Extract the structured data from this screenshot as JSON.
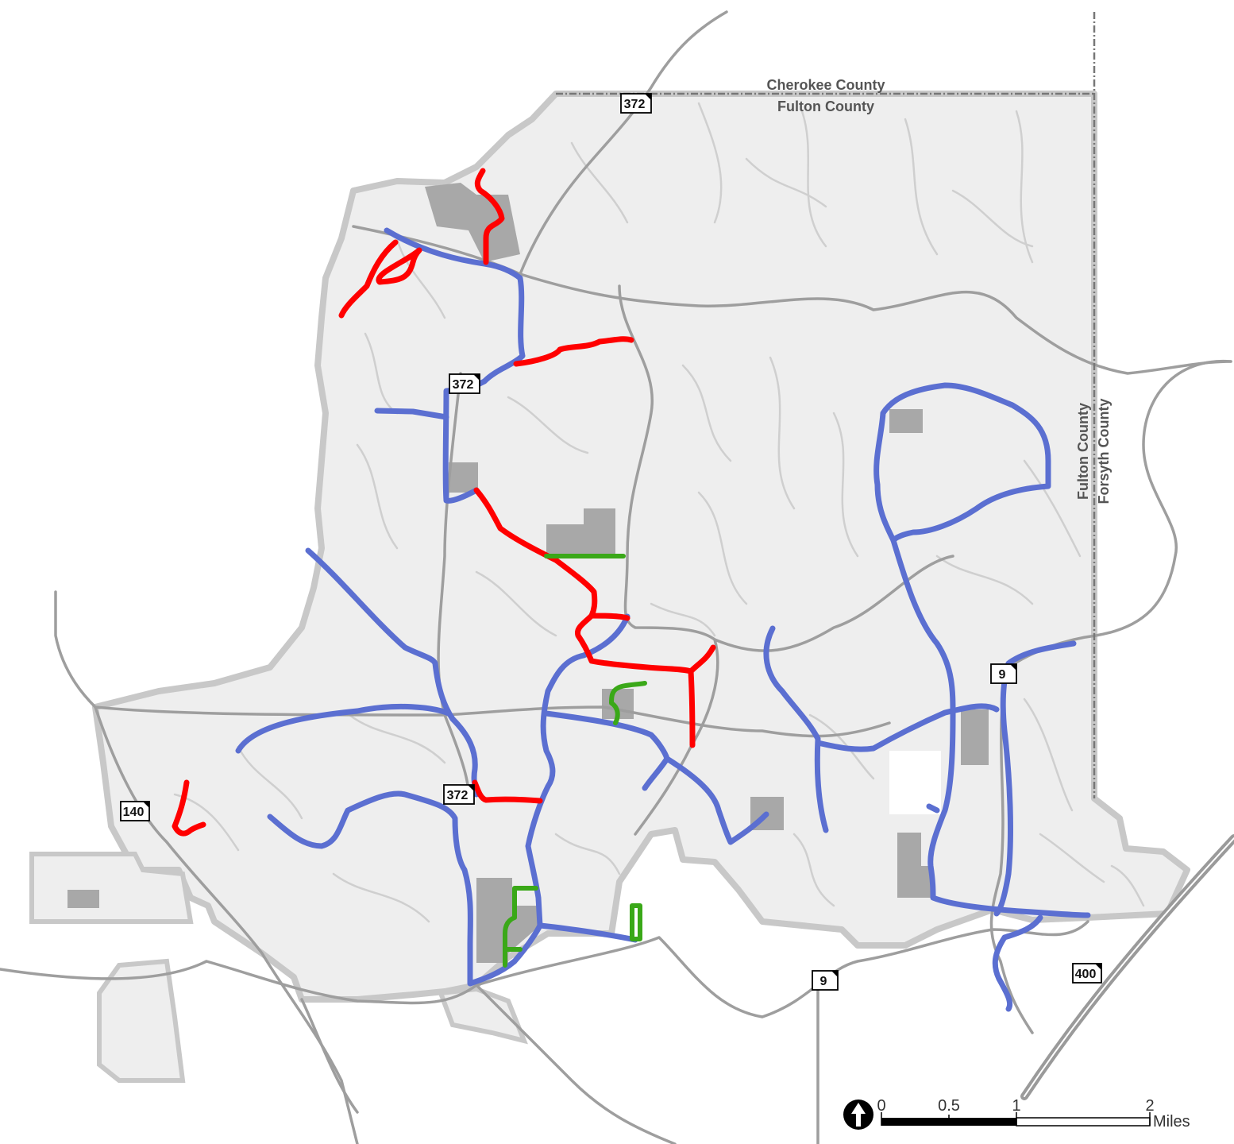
{
  "labels": {
    "cherokee_county": "Cherokee County",
    "fulton_county_top": "Fulton County",
    "fulton_county_side": "Fulton County",
    "forsyth_county": "Forsyth County"
  },
  "shields": {
    "sr372_north": "372",
    "sr372_mid": "372",
    "sr372_south": "372",
    "sr140": "140",
    "sr9_east": "9",
    "sr9_south": "9",
    "sr400": "400"
  },
  "scale_bar": {
    "tick_0": "0",
    "tick_05": "0.5",
    "tick_1": "1",
    "tick_2": "2",
    "unit": "Miles"
  },
  "legend_colors": {
    "blue_route": "#5b6fd1",
    "red_route": "#ff0000",
    "green_route": "#3aa818",
    "land": "#eeeeee",
    "boundary": "#bdbdbd",
    "road": "#9e9e9e",
    "park": "#a8a8a8"
  }
}
